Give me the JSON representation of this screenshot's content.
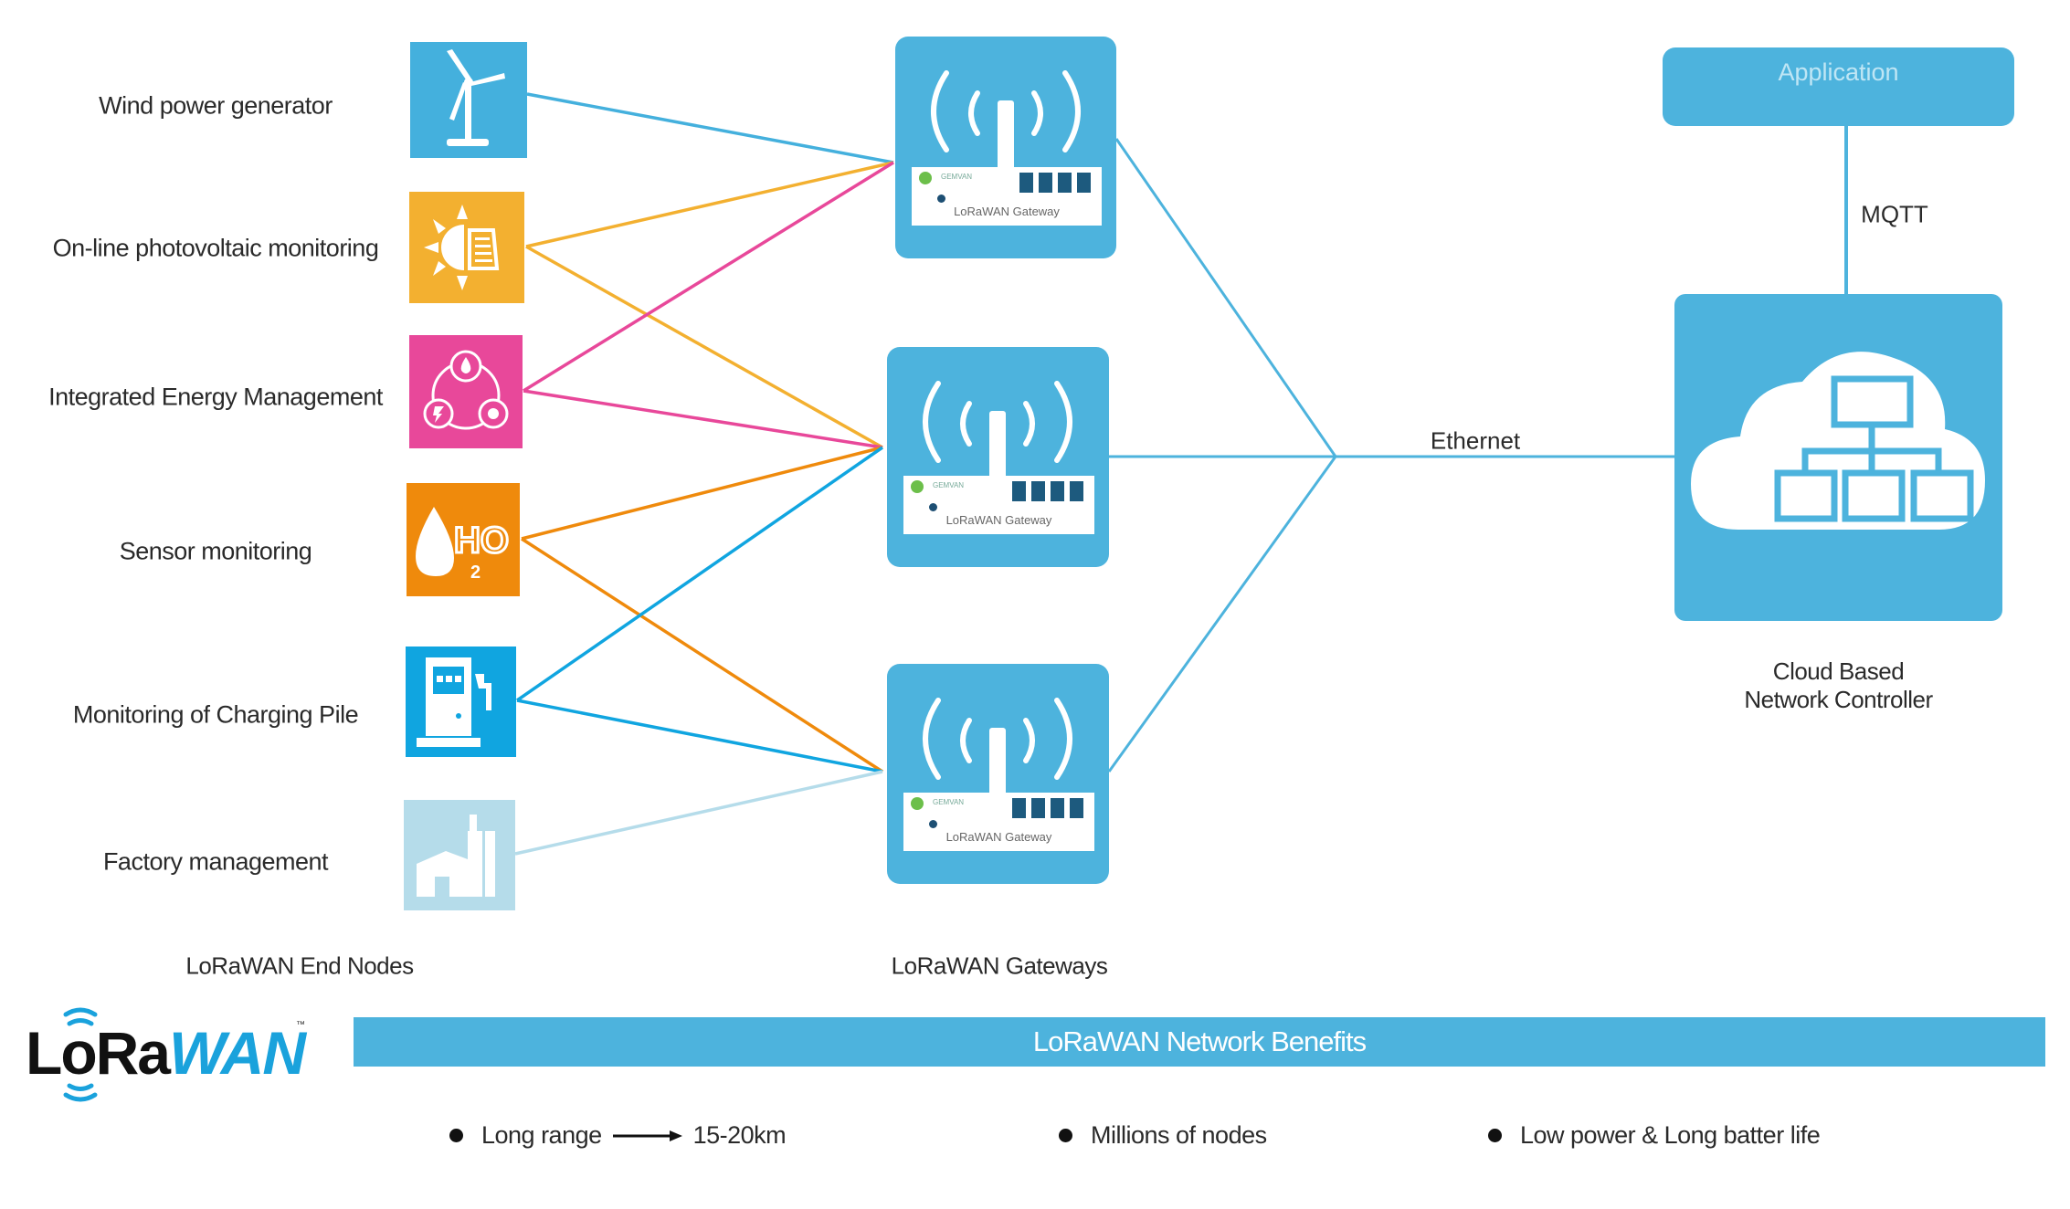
{
  "colors": {
    "primary_blue": "#4db3dd",
    "wind": "#44b0dd",
    "solar": "#f3b030",
    "energy": "#e8489a",
    "sensor": "#ef8a0c",
    "charging": "#10a5e0",
    "factory": "#b5dcea",
    "text": "#2a2a2a"
  },
  "end_nodes": {
    "section_label": "LoRaWAN End Nodes",
    "items": [
      {
        "label": "Wind power generator",
        "icon": "wind-turbine-icon"
      },
      {
        "label": "On-line photovoltaic monitoring",
        "icon": "solar-panel-icon"
      },
      {
        "label": "Integrated Energy Management",
        "icon": "energy-cycle-icon"
      },
      {
        "label": "Sensor monitoring",
        "icon": "water-h2o-icon"
      },
      {
        "label": "Monitoring of Charging Pile",
        "icon": "charging-pile-icon"
      },
      {
        "label": "Factory management",
        "icon": "factory-icon"
      }
    ]
  },
  "gateways": {
    "section_label": "LoRaWAN Gateways",
    "items": [
      {
        "plate_text": "LoRaWAN Gateway",
        "brand": "GEMVAN"
      },
      {
        "plate_text": "LoRaWAN Gateway",
        "brand": "GEMVAN"
      },
      {
        "plate_text": "LoRaWAN Gateway",
        "brand": "GEMVAN"
      }
    ]
  },
  "links": [
    {
      "from": "Wind power generator",
      "to": "gateway-1",
      "color": "#44b0dd"
    },
    {
      "from": "On-line photovoltaic monitoring",
      "to": "gateway-1",
      "color": "#f3b030"
    },
    {
      "from": "On-line photovoltaic monitoring",
      "to": "gateway-2",
      "color": "#f3b030"
    },
    {
      "from": "Integrated Energy Management",
      "to": "gateway-1",
      "color": "#e8489a"
    },
    {
      "from": "Integrated Energy Management",
      "to": "gateway-2",
      "color": "#e8489a"
    },
    {
      "from": "Sensor monitoring",
      "to": "gateway-2",
      "color": "#ef8a0c"
    },
    {
      "from": "Sensor monitoring",
      "to": "gateway-3",
      "color": "#ef8a0c"
    },
    {
      "from": "Monitoring of Charging Pile",
      "to": "gateway-2",
      "color": "#10a5e0"
    },
    {
      "from": "Monitoring of Charging Pile",
      "to": "gateway-3",
      "color": "#10a5e0"
    },
    {
      "from": "Factory management",
      "to": "gateway-3",
      "color": "#b5dcea"
    }
  ],
  "backhaul": {
    "label": "Ethernet"
  },
  "application": {
    "label": "Application"
  },
  "protocol": {
    "label": "MQTT"
  },
  "cloud": {
    "caption_line1": "Cloud Based",
    "caption_line2": "Network Controller",
    "icon": "cloud-network-icon"
  },
  "logo": {
    "part1": "LoRa",
    "part2": "WAN",
    "tm": "™"
  },
  "benefits": {
    "title": "LoRaWAN Network Benefits",
    "items": [
      {
        "text": "Long range",
        "arrow_target": "15-20km"
      },
      {
        "text": "Millions of nodes"
      },
      {
        "text": "Low power & Long batter life"
      }
    ]
  }
}
